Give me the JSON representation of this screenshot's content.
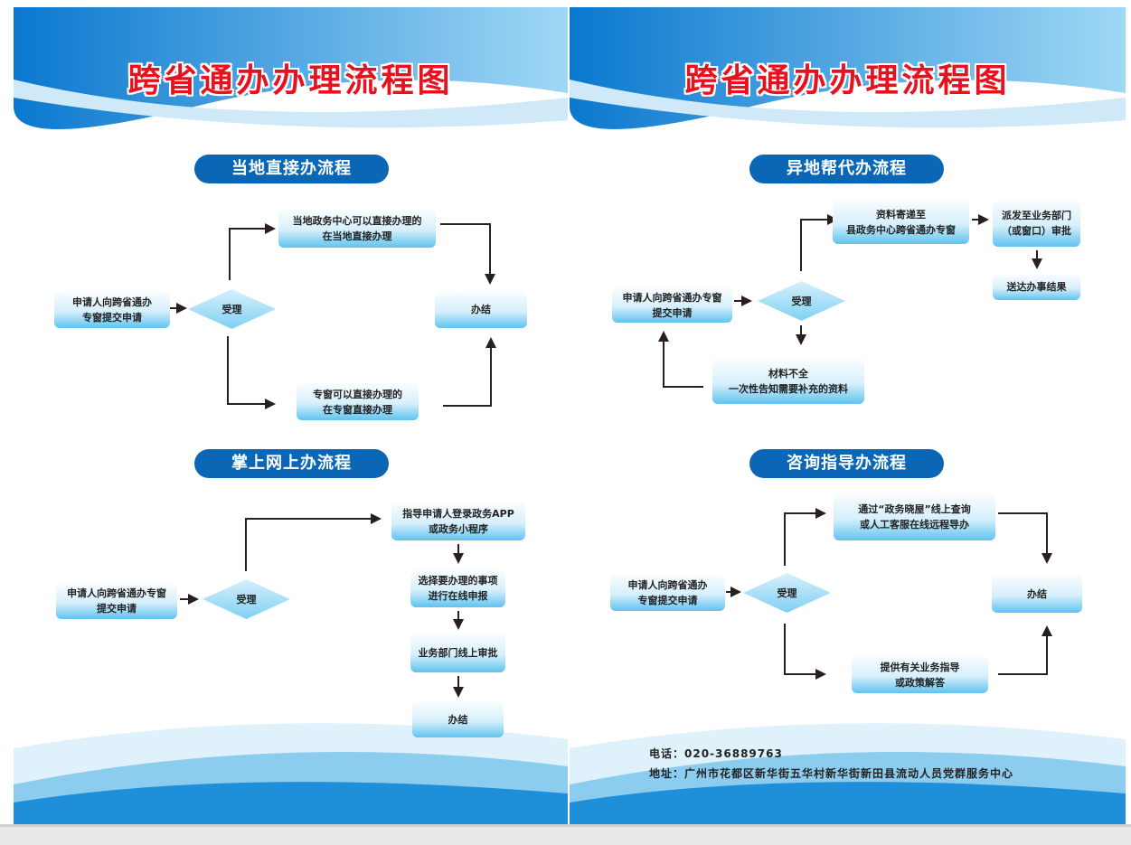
{
  "title": "跨省通办办理流程图",
  "left": {
    "section1": {
      "title": "当地直接办流程",
      "apply": [
        "申请人向跨省通办",
        "专窗提交申请"
      ],
      "accept": "受理",
      "top": [
        "当地政务中心可以直接办理的",
        "在当地直接办理"
      ],
      "bottom": [
        "专窗可以直接办理的",
        "在专窗直接办理"
      ],
      "done": "办结"
    },
    "section2": {
      "title": "掌上网上办流程",
      "apply": [
        "申请人向跨省通办专窗",
        "提交申请"
      ],
      "accept": "受理",
      "step1": [
        "指导申请人登录政务APP",
        "或政务小程序"
      ],
      "step2": [
        "选择要办理的事项",
        "进行在线申报"
      ],
      "step3": "业务部门线上审批",
      "done": "办结"
    }
  },
  "right": {
    "section1": {
      "title": "异地帮代办流程",
      "apply": [
        "申请人向跨省通办专窗",
        "提交申请"
      ],
      "accept": "受理",
      "mail": [
        "资料寄递至",
        "县政务中心跨省通办专窗"
      ],
      "dispatch": [
        "派发至业务部门",
        "（或窗口）审批"
      ],
      "deliver": "送达办事结果",
      "incomplete": [
        "材料不全",
        "一次性告知需要补充的资料"
      ]
    },
    "section2": {
      "title": "咨询指导办流程",
      "apply": [
        "申请人向跨省通办",
        "专窗提交申请"
      ],
      "accept": "受理",
      "online": [
        "通过“政务晓屋”线上查询",
        "或人工客服在线远程导办"
      ],
      "offline": [
        "提供有关业务指导",
        "或政策解答"
      ],
      "done": "办结"
    }
  },
  "footer": {
    "phone": "电话：020-36889763",
    "address": "地址：广州市花都区新华街五华村新华街新田县流动人员党群服务中心"
  }
}
